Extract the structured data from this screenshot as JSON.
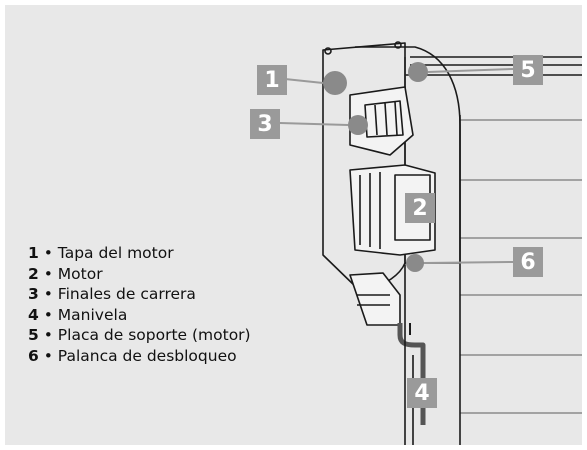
{
  "callouts": [
    {
      "id": "1",
      "label": "Tapa del motor"
    },
    {
      "id": "2",
      "label": "Motor"
    },
    {
      "id": "3",
      "label": "Finales de carrera"
    },
    {
      "id": "4",
      "label": "Manivela"
    },
    {
      "id": "5",
      "label": "Placa de soporte (motor)"
    },
    {
      "id": "6",
      "label": "Palanca de desbloqueo"
    }
  ],
  "legend_separator": " • ",
  "colors": {
    "background": "#e8e8e8",
    "badge": "#9a9a9a",
    "badge_text": "#ffffff",
    "line_art": "#1a1a1a",
    "highlight": "#8a8a8a"
  }
}
